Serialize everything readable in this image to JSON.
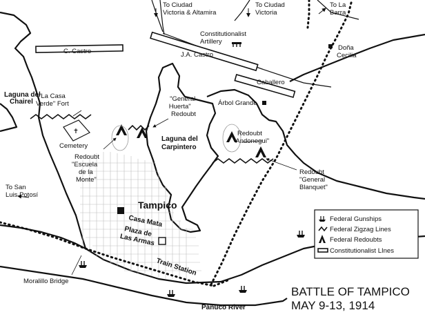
{
  "title": {
    "line1": "BATTLE OF TAMPICO",
    "line2": "MAY 9-13, 1914"
  },
  "places": {
    "to_victoria_altamira": [
      "To Ciudad",
      "Victoria & Altamira"
    ],
    "to_victoria": [
      "To Ciudad",
      "Victoria"
    ],
    "to_la_barra": [
      "To La",
      "Barra"
    ],
    "c_castro": "C. Castro",
    "ja_castro": "J.A. Castro",
    "caballero": "Caballero",
    "const_artillery": [
      "Constitutionalist",
      "Artillery"
    ],
    "dona_cecilia": [
      "Doña",
      "Cecilia"
    ],
    "arbol_grande": "Árbol Grande",
    "laguna_chairel": [
      "Laguna del",
      "Chairel"
    ],
    "casa_verde": [
      "\"La Casa",
      "Verde\" Fort"
    ],
    "cemetery": "Cemetery",
    "general_huerta": [
      "\"General",
      "Huerta\"",
      "Redoubt"
    ],
    "laguna_carpintero": [
      "Laguna del",
      "Carpintero"
    ],
    "andonegui": [
      "Redoubt",
      "\"Andonegui\""
    ],
    "escuela": [
      "Redoubt",
      "\"Escuela",
      "de la",
      "Monte\""
    ],
    "general_blanquet": [
      "Redoubt",
      "\"General",
      "Blanquet\""
    ],
    "to_san_luis": [
      "To San",
      "Luis Potosí"
    ],
    "tampico": "Tampico",
    "casa_mata": "Casa Mata",
    "plaza": [
      "Plaza de",
      "Las Armas"
    ],
    "train_station": "Train Station",
    "moralillo": "Moralillo Bridge",
    "panuco": "Pánuco River"
  },
  "legend": {
    "items": [
      {
        "icon": "gunship-icon",
        "label": "Federal Gunships"
      },
      {
        "icon": "zigzag-icon",
        "label": "Federal Zigzag Lines"
      },
      {
        "icon": "redoubt-icon",
        "label": "Federal Redoubts"
      },
      {
        "icon": "constitutionalist-line-icon",
        "label": "Constitutionalist LInes"
      }
    ]
  },
  "colors": {
    "ink": "#111111",
    "grid": "#bfbfbf",
    "paper": "#ffffff"
  }
}
